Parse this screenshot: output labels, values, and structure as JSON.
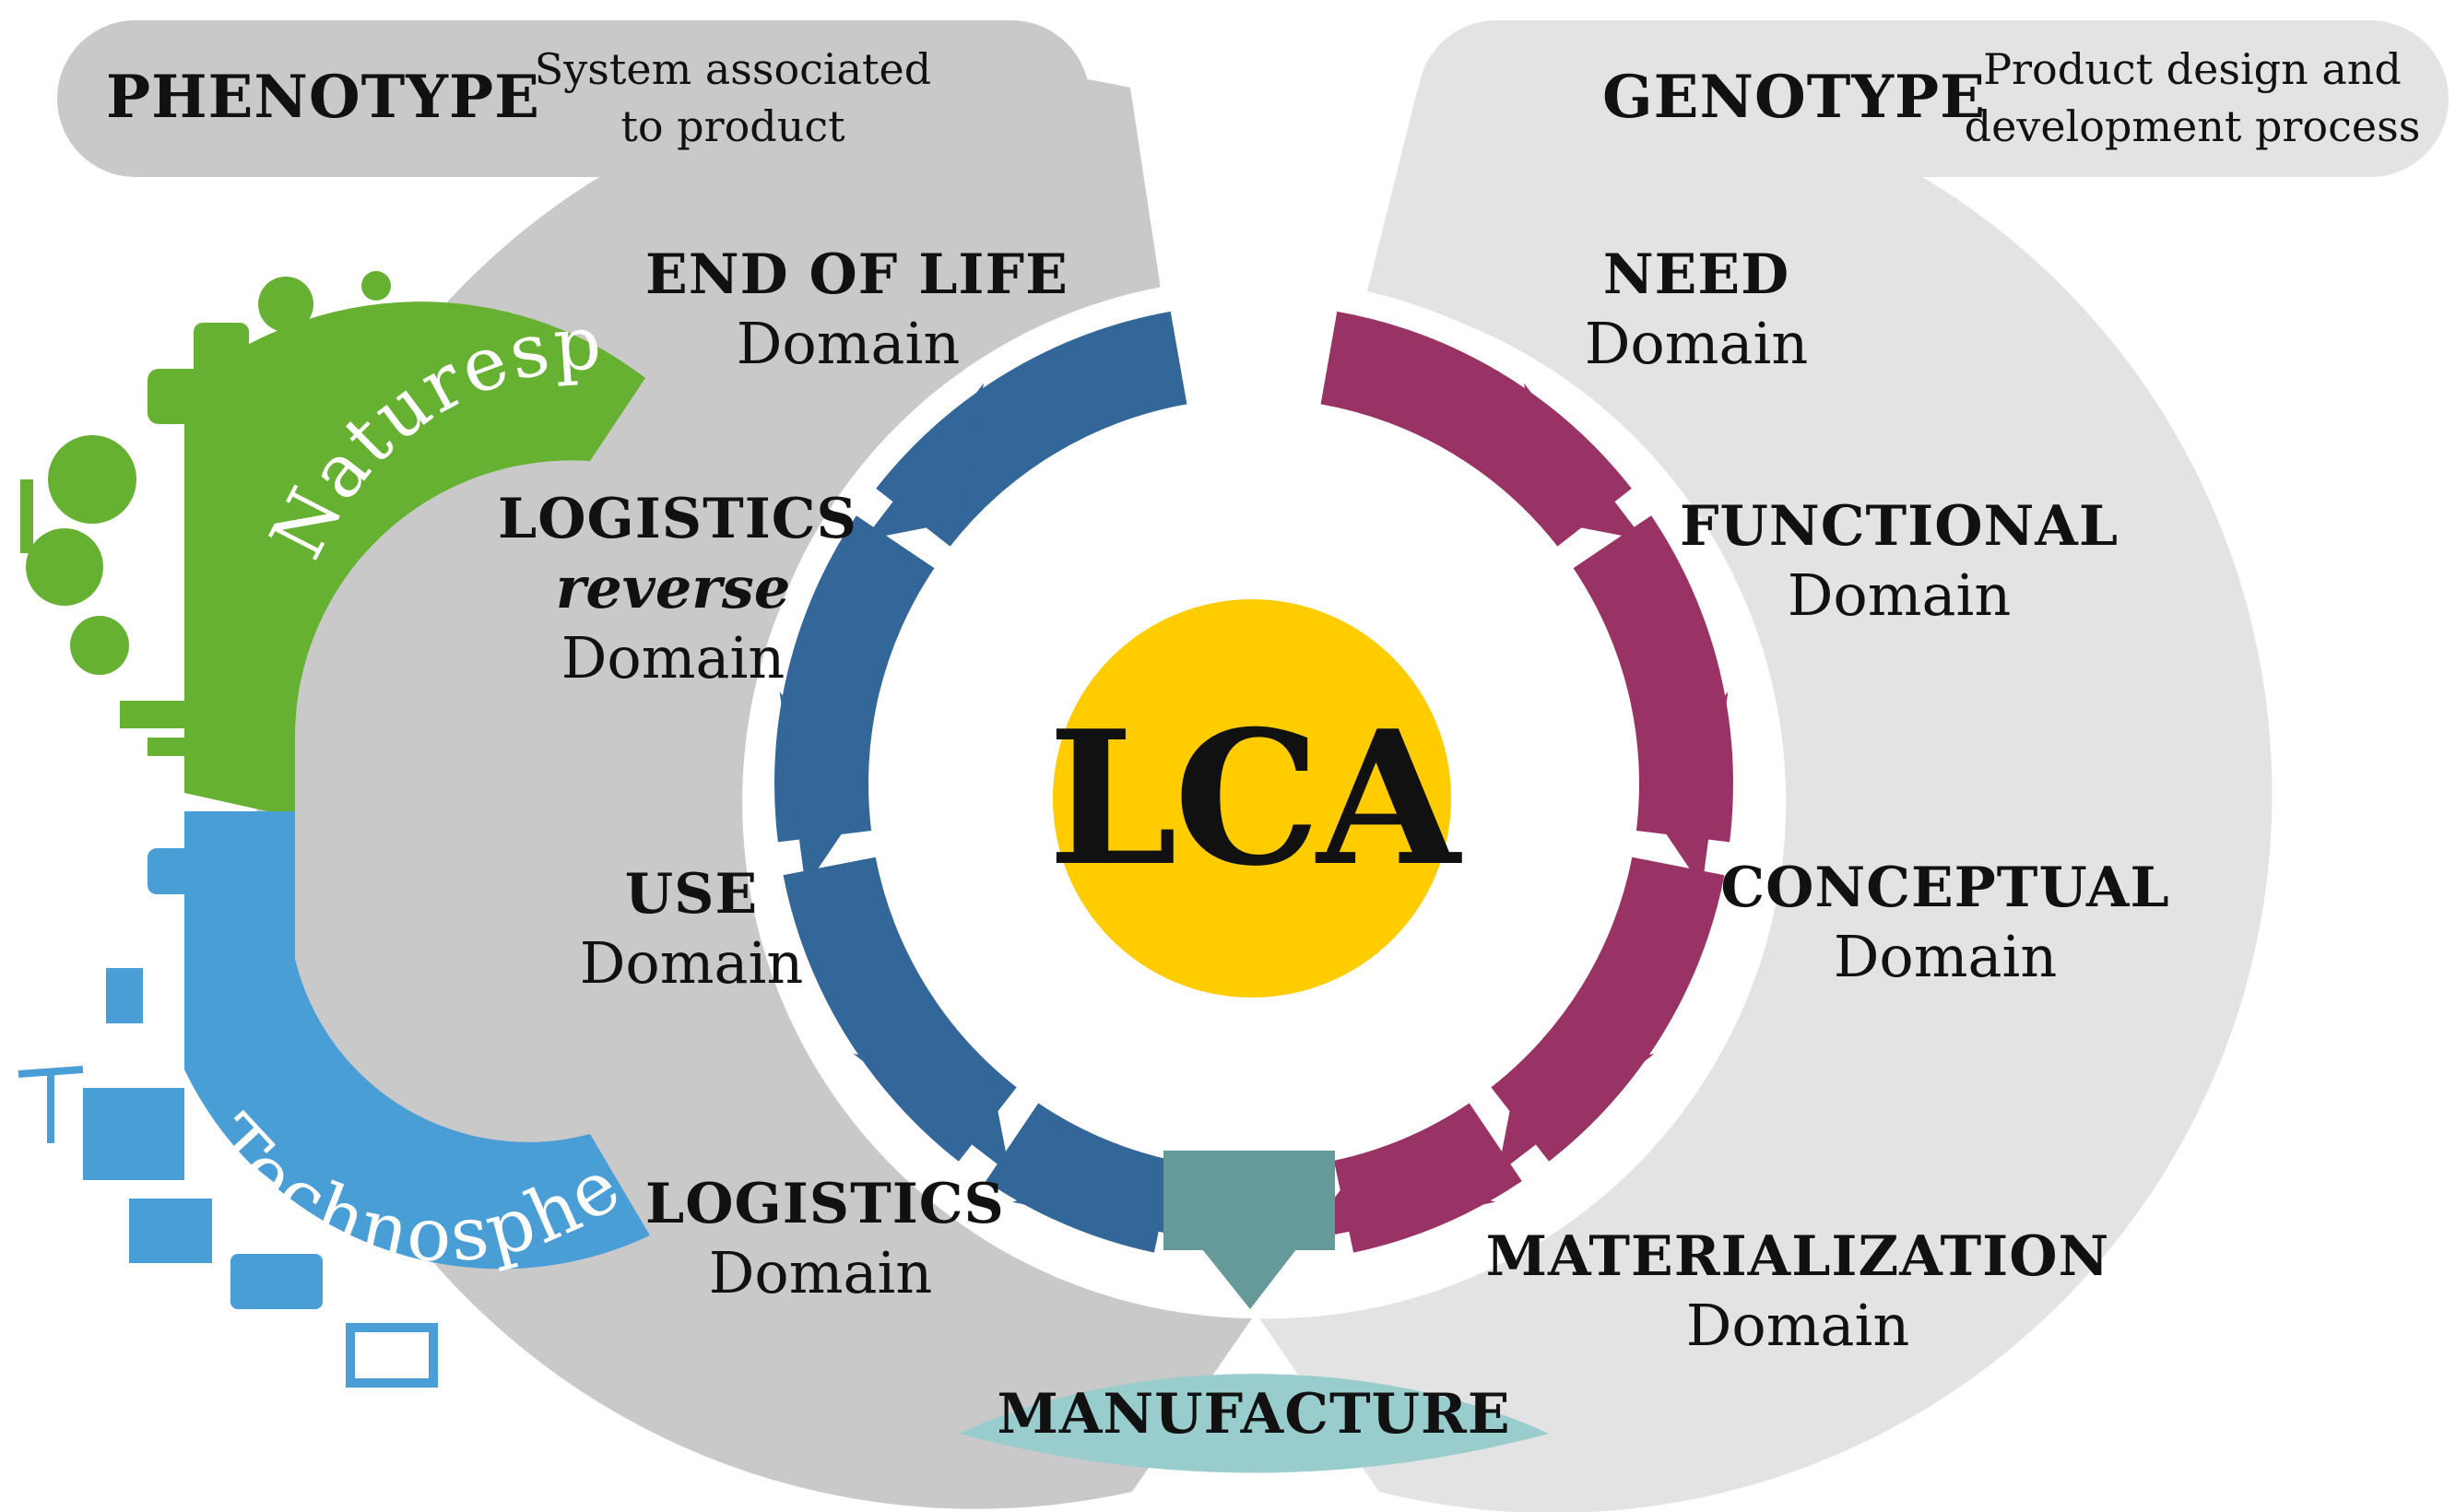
{
  "header": {
    "phenotype_title": "PHENOTYPE",
    "phenotype_subtitle_line1": "System associated",
    "phenotype_subtitle_line2": "to product",
    "genotype_title": "GENOTYPE",
    "genotype_subtitle_line1": "Product design and",
    "genotype_subtitle_line2": "development process"
  },
  "center": {
    "label": "LCA"
  },
  "phenotype_domains": [
    {
      "title": "END OF LIFE",
      "subtitle": "Domain"
    },
    {
      "title": "LOGISTICS",
      "qualifier": "reverse",
      "subtitle": "Domain"
    },
    {
      "title": "USE",
      "subtitle": "Domain"
    },
    {
      "title": "LOGISTICS",
      "subtitle": "Domain"
    }
  ],
  "genotype_domains": [
    {
      "title": "NEED",
      "subtitle": "Domain"
    },
    {
      "title": "FUNCTIONAL",
      "subtitle": "Domain"
    },
    {
      "title": "CONCEPTUAL",
      "subtitle": "Domain"
    },
    {
      "title": "MATERIALIZATION",
      "subtitle": "Domain"
    }
  ],
  "manufacture": {
    "title": "MANUFACTURE"
  },
  "spheres": {
    "nature": "Naturesphere",
    "techno": "Technosphere"
  },
  "colors": {
    "phenotype_band": "#c9c9c9",
    "genotype_band": "#e3e3e3",
    "phenotype_segments": "#336699",
    "genotype_segments": "#993366",
    "manufacture_segment": "#669999",
    "manufacture_cap": "#99cccc",
    "lca_circle": "#ffcc00",
    "naturesphere": "#66b032",
    "technosphere": "#4a9ed6"
  }
}
